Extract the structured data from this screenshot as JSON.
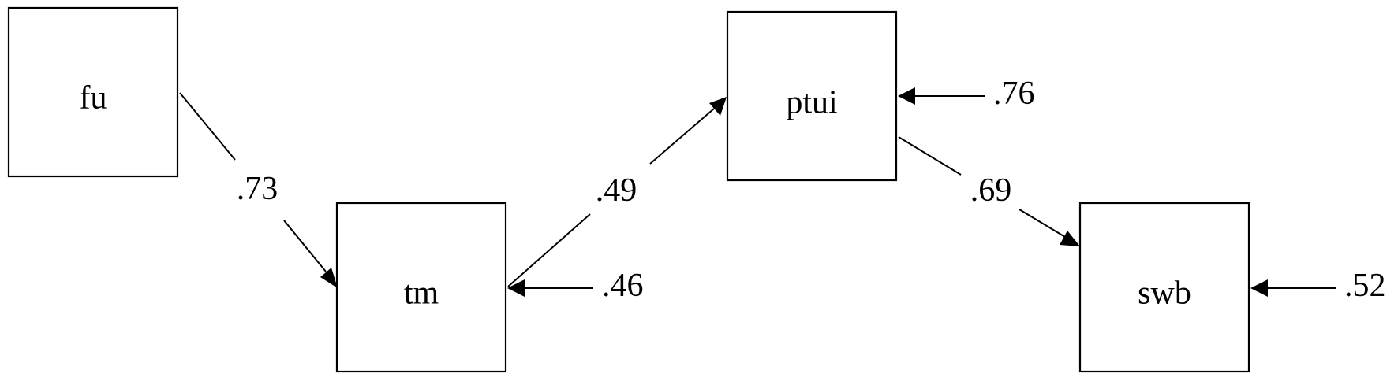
{
  "diagram": {
    "nodes": [
      {
        "id": "fu",
        "label": "fu"
      },
      {
        "id": "tm",
        "label": "tm"
      },
      {
        "id": "ptui",
        "label": "ptui"
      },
      {
        "id": "swb",
        "label": "swb"
      }
    ],
    "paths": [
      {
        "from": "fu",
        "to": "tm",
        "coefficient": ".73"
      },
      {
        "from": "tm",
        "to": "ptui",
        "coefficient": ".49"
      },
      {
        "from": "ptui",
        "to": "swb",
        "coefficient": ".69"
      }
    ],
    "residuals": [
      {
        "node": "tm",
        "value": ".46"
      },
      {
        "node": "ptui",
        "value": ".76"
      },
      {
        "node": "swb",
        "value": ".52"
      }
    ]
  }
}
